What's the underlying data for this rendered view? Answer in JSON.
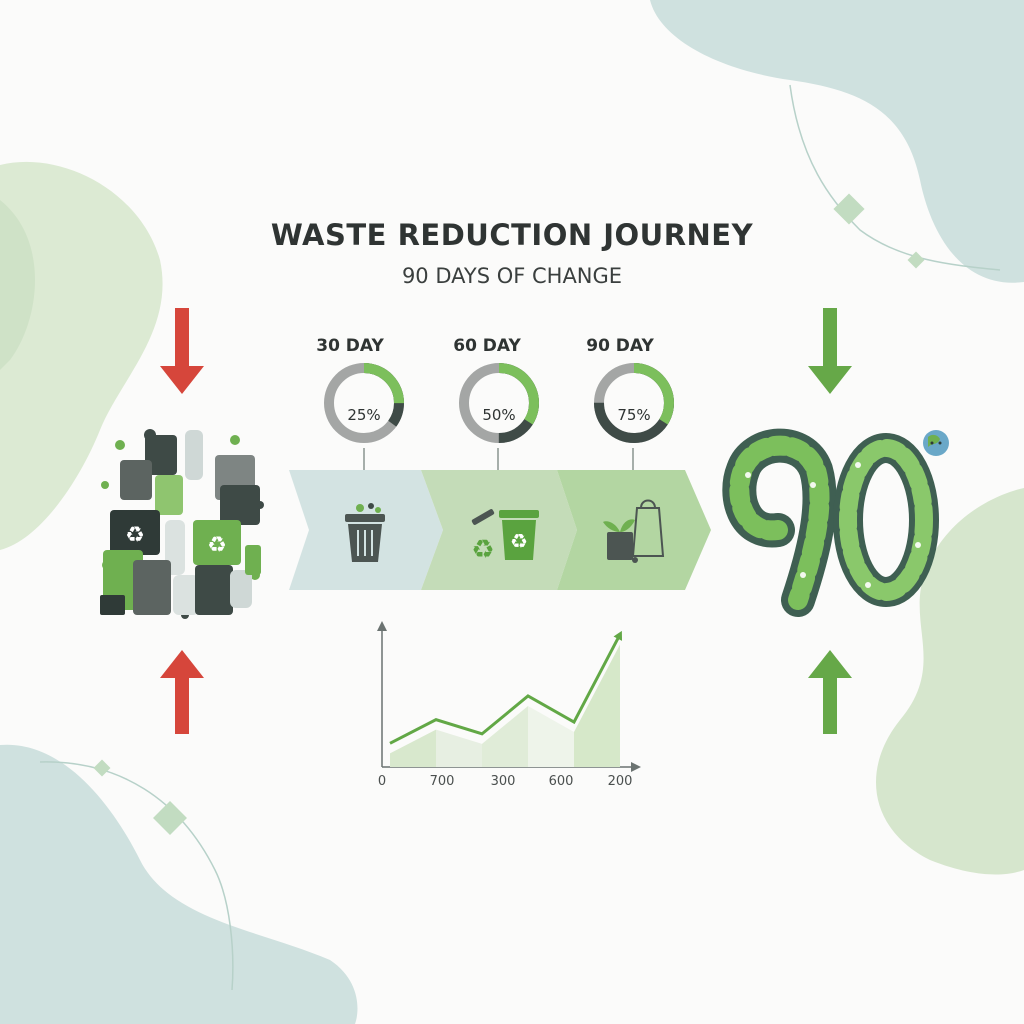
{
  "header": {
    "title": "WASTE REDUCTION JOURNEY",
    "subtitle": "90 DAYS OF CHANGE"
  },
  "stages": [
    {
      "label": "30 DAY",
      "percent_text": "25%",
      "progress": 0.25,
      "icon": "trash-bin-icon"
    },
    {
      "label": "60 DAY",
      "percent_text": "50%",
      "progress": 0.5,
      "icon": "recycling-bin-icon"
    },
    {
      "label": "90 DAY",
      "percent_text": "75%",
      "progress": 0.75,
      "icon": "plant-and-shopping-bag-icon"
    }
  ],
  "colors": {
    "red_arrow": "#d6463b",
    "green_arrow": "#66a848",
    "dark_green": "#3f4b47",
    "leaf_green": "#78bb5e",
    "ring_gray": "#a4a6a5",
    "panel_1": "#d3e3e2",
    "panel_2": "#c4dcb8",
    "panel_3": "#b3d6a2"
  },
  "chart_data": {
    "type": "area",
    "x_tick_labels": [
      "0",
      "700",
      "300",
      "600",
      "200"
    ],
    "values": [
      0.5,
      1.0,
      0.7,
      1.5,
      0.95,
      2.8
    ],
    "ylim": [
      0,
      3
    ],
    "grid": false
  },
  "icons": [
    "down-arrow-red",
    "up-arrow-red",
    "down-arrow-green",
    "up-arrow-green",
    "waste-pile",
    "leafy-90",
    "earth-icon"
  ]
}
